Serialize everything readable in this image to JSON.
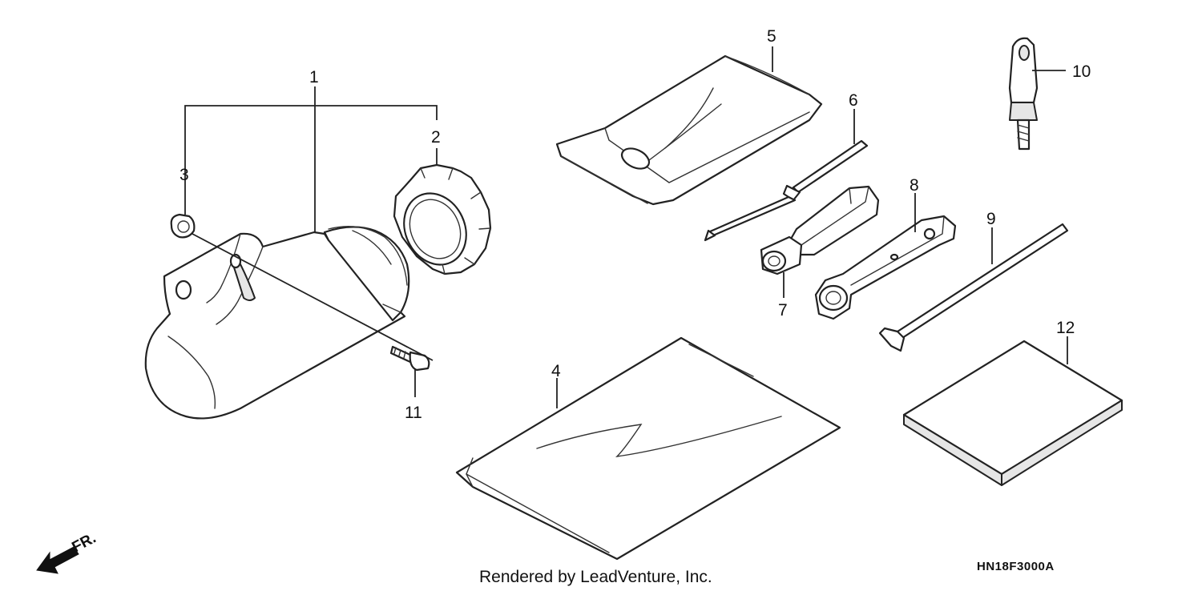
{
  "diagram_code": "HN18F3000A",
  "credit": "Rendered by LeadVenture, Inc.",
  "front_indicator": "FR.",
  "callouts": [
    "1",
    "2",
    "3",
    "4",
    "5",
    "6",
    "7",
    "8",
    "9",
    "10",
    "11",
    "12"
  ]
}
